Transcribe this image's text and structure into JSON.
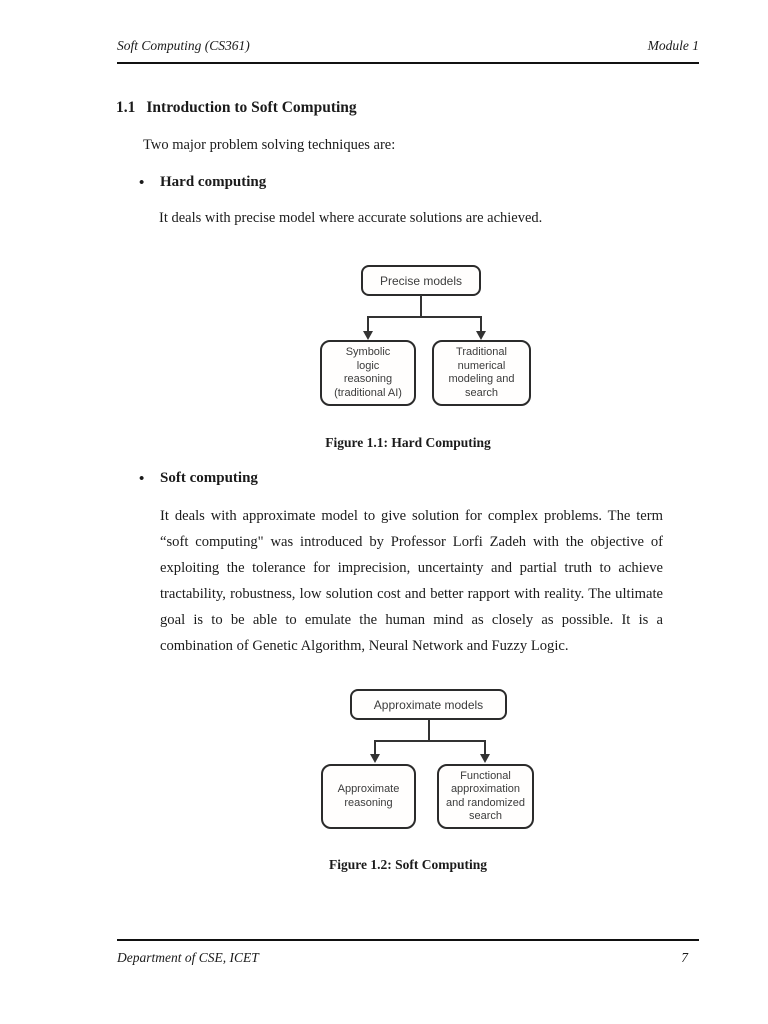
{
  "header": {
    "doc_title": "Soft Computing (CS361)",
    "module": "Module 1"
  },
  "section": {
    "number": "1.1",
    "title": "Introduction to Soft Computing"
  },
  "intro": "Two major problem solving techniques are:",
  "bullet_glyph": "•",
  "hard": {
    "label": "Hard computing",
    "body": "It deals with precise model where accurate solutions are achieved."
  },
  "figure1": {
    "root": "Precise models",
    "left": "Symbolic\nlogic\nreasoning\n(traditional AI)",
    "right": "Traditional\nnumerical\nmodeling and\nsearch",
    "caption": "Figure 1.1: Hard Computing"
  },
  "soft": {
    "label": "Soft computing",
    "body": "It deals with approximate model to give solution for complex problems. The term “soft computing\" was introduced by Professor Lorfi Zadeh with the objective of exploiting the tolerance for imprecision, uncertainty and partial truth to achieve tractability, robustness, low solution cost and better rapport with reality. The ultimate goal is to be able to emulate the human mind as closely as possible. It is a combination of Genetic Algorithm, Neural Network and Fuzzy Logic."
  },
  "figure2": {
    "root": "Approximate models",
    "left": "Approximate\nreasoning",
    "right": "Functional\napproximation\nand randomized\nsearch",
    "caption": "Figure 1.2: Soft Computing"
  },
  "footer": {
    "department": "Department of CSE, ICET",
    "page_number": "7"
  }
}
